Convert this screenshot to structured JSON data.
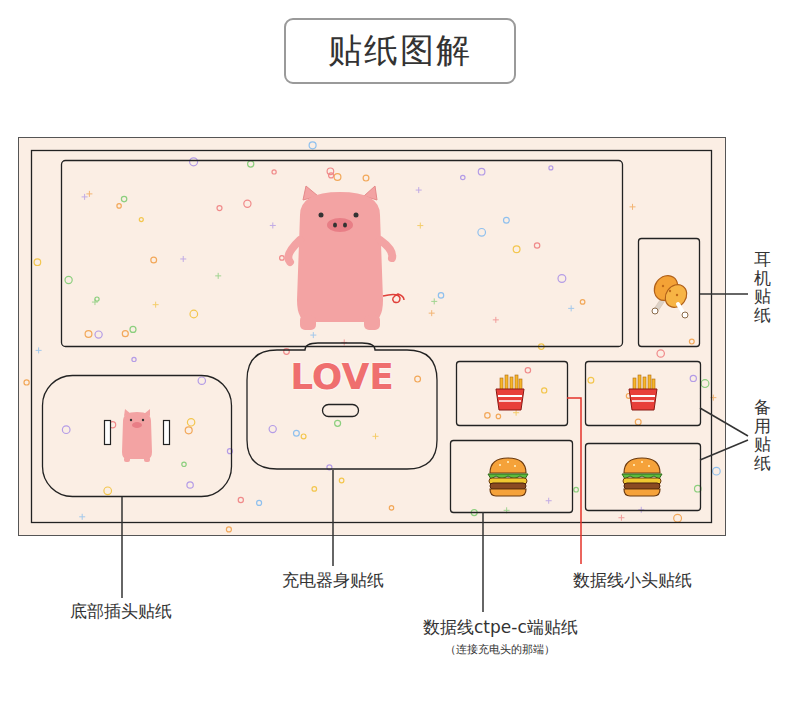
{
  "diagram": {
    "nodes": [
      {
        "text": [
          "贴纸图解"
        ]
      },
      {
        "text": [
          "LOVE"
        ]
      }
    ],
    "labels": [
      "耳机贴纸",
      "备用贴纸",
      "底部插头贴纸",
      "充电器身贴纸",
      "数据线小头贴纸",
      "数据线ctpe-c端贴纸",
      "（连接充电头的那端）"
    ]
  }
}
